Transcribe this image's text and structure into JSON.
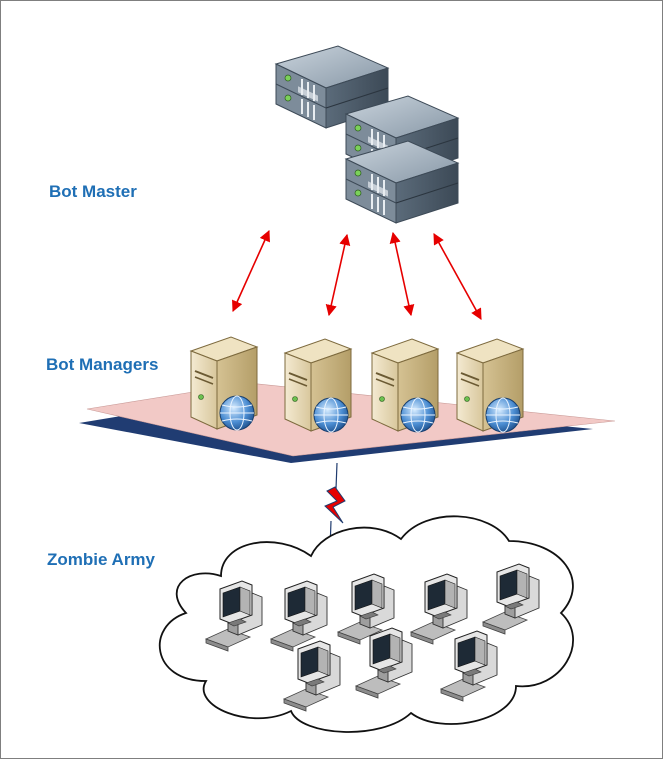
{
  "labels": {
    "master": "Bot Master",
    "managers": "Bot Managers",
    "zombie": "Zombie Army"
  },
  "colors": {
    "label": "#1f6fb5",
    "arrow": "#e60000",
    "platform_top": "#f2c9c6",
    "platform_edge": "#203c72",
    "lightning": "#e60000"
  },
  "icons": {
    "master": "rack-server-icon",
    "manager": "tower-server-with-globe-icon",
    "zombie": "desktop-computer-icon"
  }
}
